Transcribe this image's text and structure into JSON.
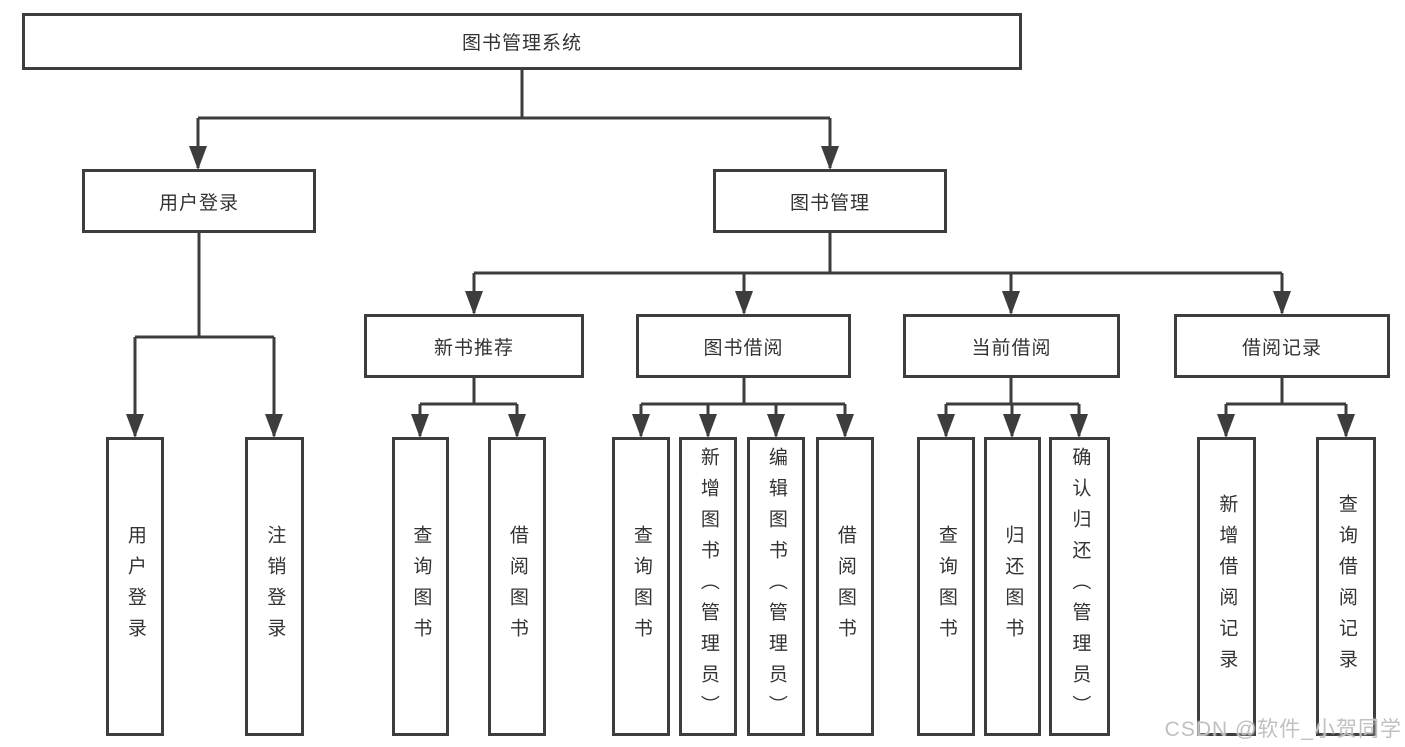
{
  "nodes": {
    "root": "图书管理系统",
    "user_login": "用户登录",
    "book_mgmt": "图书管理",
    "new_book": "新书推荐",
    "book_borrow": "图书借阅",
    "current_borrow": "当前借阅",
    "borrow_record": "借阅记录",
    "leaf_user_login": "用户登录",
    "leaf_logout": "注销登录",
    "leaf_nb_query": "查询图书",
    "leaf_nb_borrow": "借阅图书",
    "leaf_bb_query": "查询图书",
    "leaf_bb_add": "新增图书（管理员）",
    "leaf_bb_edit": "编辑图书（管理员）",
    "leaf_bb_borrow": "借阅图书",
    "leaf_cb_query": "查询图书",
    "leaf_cb_return": "归还图书",
    "leaf_cb_confirm": "确认归还（管理员）",
    "leaf_br_add": "新增借阅记录",
    "leaf_br_query": "查询借阅记录"
  },
  "colors": {
    "line": "#3d3d3d",
    "text": "#333333",
    "watermark": "#c0c0c0"
  },
  "watermark": "CSDN @软件_小贺同学"
}
